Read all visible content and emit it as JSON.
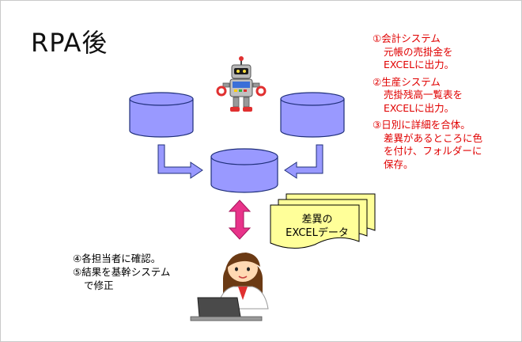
{
  "slide": {
    "title": "RPA後",
    "steps": [
      {
        "lines": [
          "①会計システム",
          "元帳の売掛金を",
          "EXCELに出力。"
        ]
      },
      {
        "lines": [
          "②生産システム",
          "売掛残高一覧表を",
          "EXCELに出力。"
        ]
      },
      {
        "lines": [
          "③日別に詳細を合体。",
          "差異があるところに色",
          "を付け、フォルダーに",
          "保存。"
        ]
      }
    ],
    "notes": [
      "④各担当者に確認。",
      "⑤結果を基幹システム",
      "で修正"
    ],
    "document_label": [
      "差異の",
      "EXCELデータ"
    ]
  },
  "colors": {
    "step_text": "#e00000",
    "database_fill": "#9999ff",
    "arrow_fill": "#9999ff",
    "double_arrow": "#e8338a",
    "document_fill": "#ffff99"
  }
}
